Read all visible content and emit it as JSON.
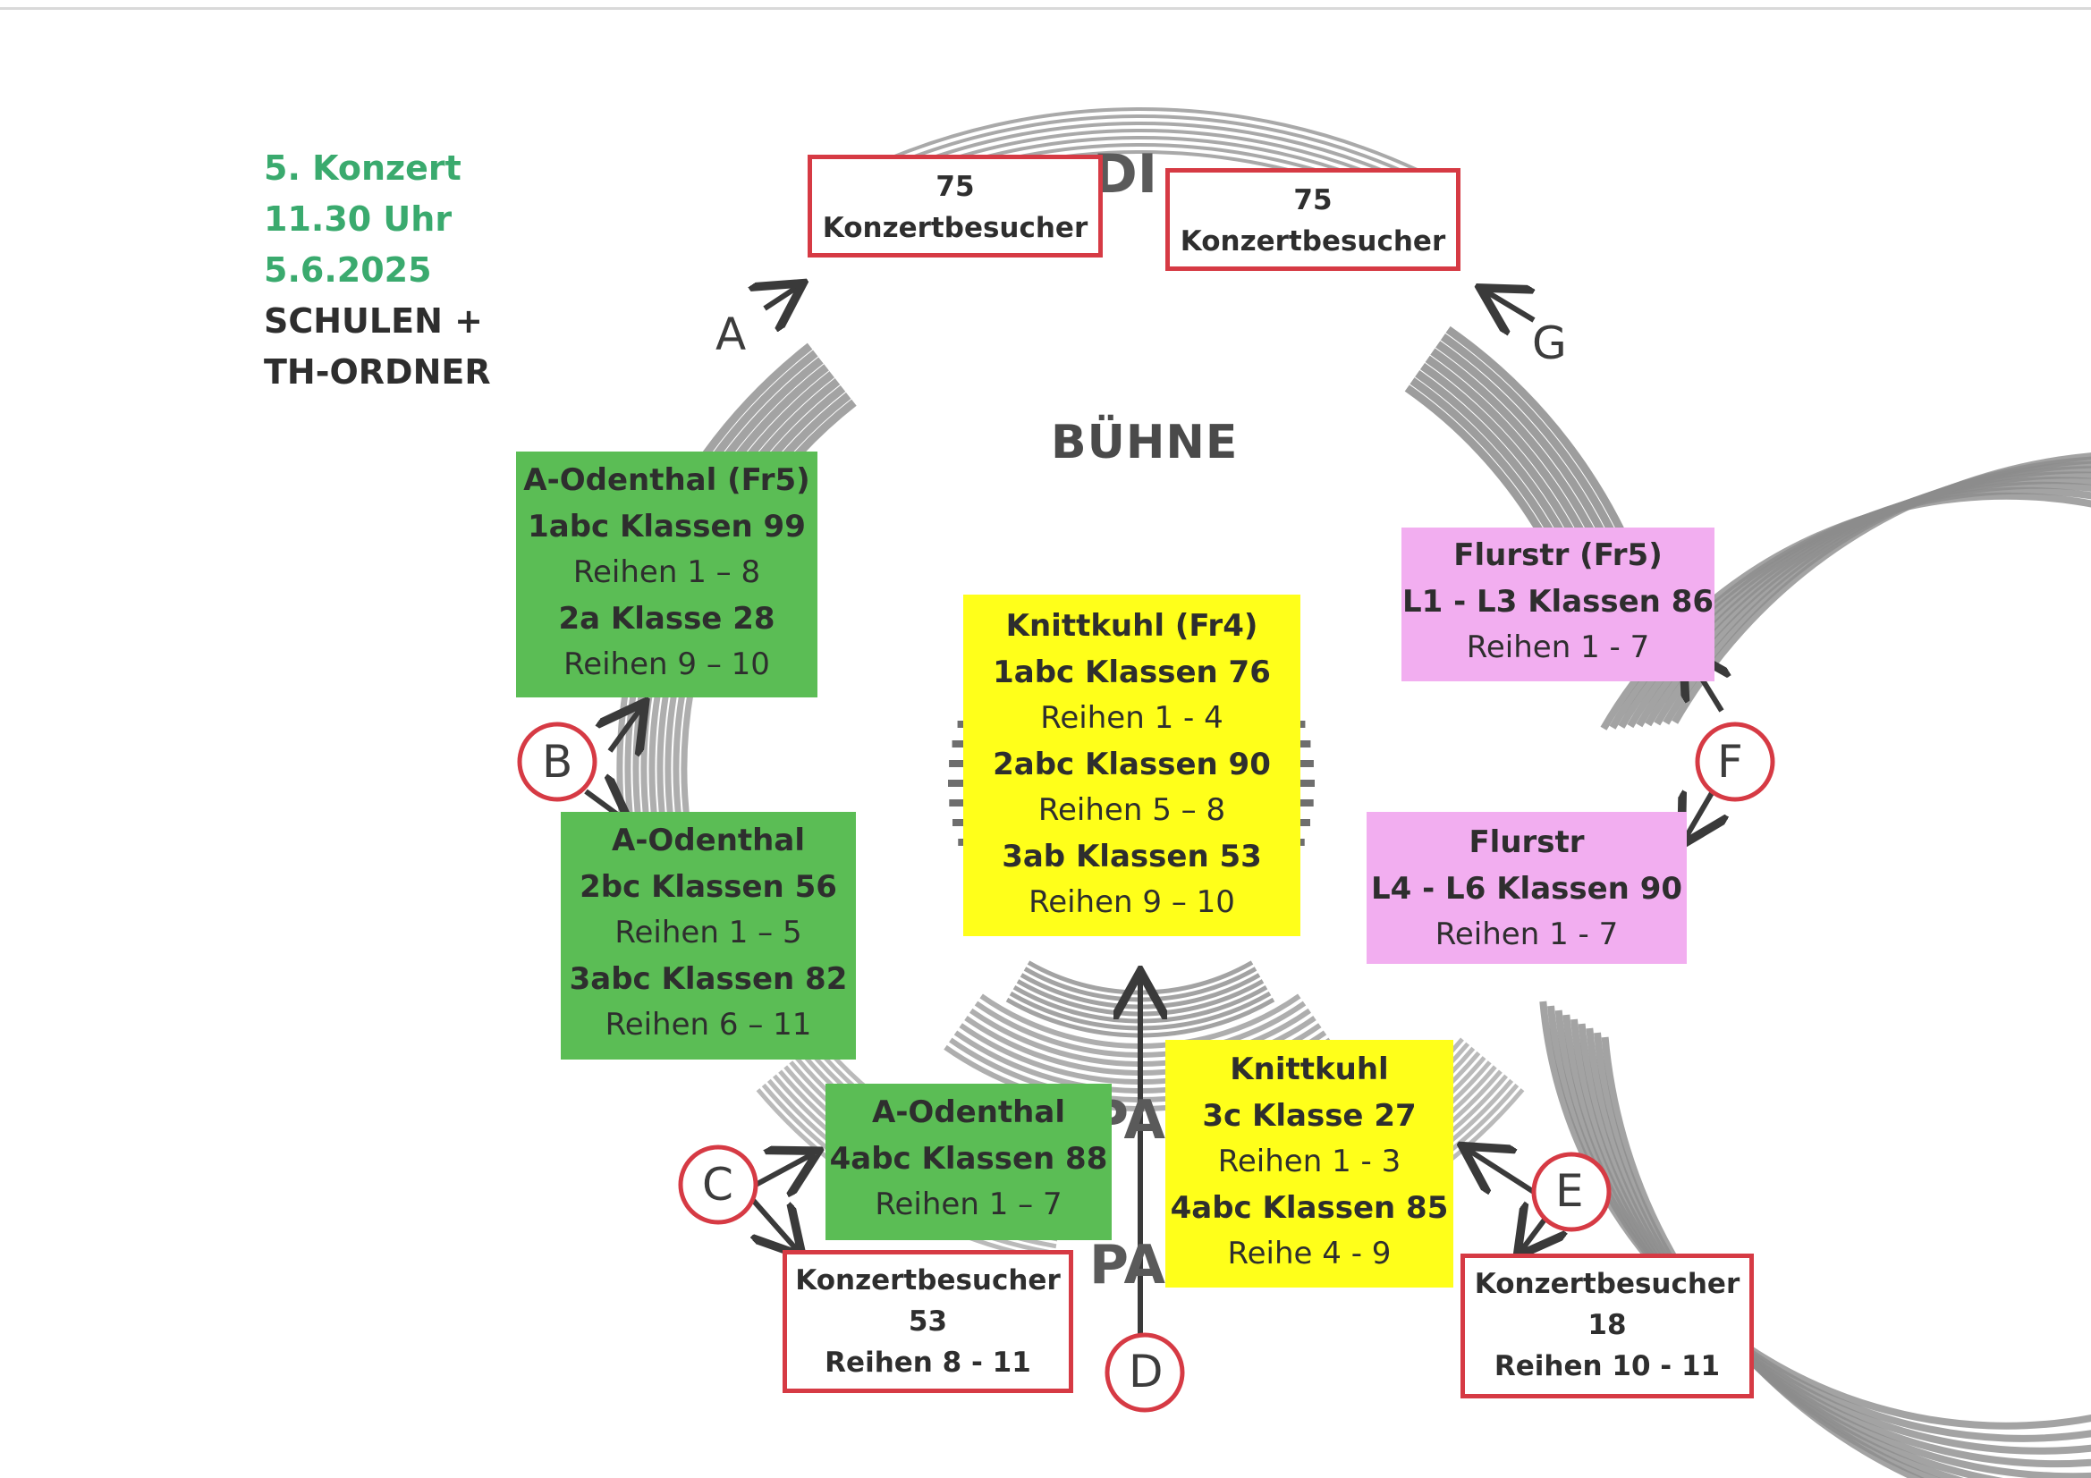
{
  "header": {
    "concert": "5. Konzert",
    "time": "11.30 Uhr",
    "date": "5.6.2025",
    "line4": "SCHULEN +",
    "line5": "TH-ORDNER"
  },
  "stage_label": "BÜHNE",
  "hall_labels": {
    "top_partial": "DI",
    "parkett_upper": "PAR",
    "parkett_lower": "PAR"
  },
  "boxes": {
    "top_left": {
      "lines": [
        "75",
        "Konzertbesucher"
      ]
    },
    "top_right": {
      "lines": [
        "75",
        "Konzertbesucher"
      ]
    },
    "odenthal_fr5": {
      "lines": [
        "A-Odenthal (Fr5)",
        "1abc Klassen 99",
        "Reihen 1 – 8",
        "2a Klasse 28",
        "Reihen 9 – 10"
      ]
    },
    "odenthal_2": {
      "lines": [
        "A-Odenthal",
        "2bc Klassen 56",
        "Reihen 1 – 5",
        "3abc Klassen 82",
        "Reihen 6 – 11"
      ]
    },
    "odenthal_3": {
      "lines": [
        "A-Odenthal",
        "4abc Klassen 88",
        "Reihen 1 – 7"
      ]
    },
    "knittkuhl_fr4": {
      "lines": [
        "Knittkuhl (Fr4)",
        "1abc  Klassen 76",
        "Reihen  1 - 4",
        "2abc Klassen 90",
        "Reihen 5 – 8",
        "3ab Klassen 53",
        "Reihen 9 – 10"
      ]
    },
    "knittkuhl_2": {
      "lines": [
        "Knittkuhl",
        "3c Klasse 27",
        "Reihen  1 - 3",
        "4abc Klassen 85",
        "Reihe  4 - 9"
      ]
    },
    "flurstr_fr5": {
      "lines": [
        "Flurstr (Fr5)",
        "L1 - L3 Klassen 86",
        "Reihen 1 - 7"
      ]
    },
    "flurstr_2": {
      "lines": [
        "Flurstr",
        "L4 - L6 Klassen 90",
        "Reihen 1 - 7"
      ]
    },
    "bottom_left": {
      "lines": [
        "Konzertbesucher",
        "53",
        "Reihen 8 - 11"
      ]
    },
    "bottom_right": {
      "lines": [
        "Konzertbesucher",
        "18",
        "Reihen 10 - 11"
      ]
    }
  },
  "entrances": [
    "A",
    "B",
    "C",
    "D",
    "E",
    "F",
    "G"
  ],
  "colors": {
    "title_green": "#3aaa6e",
    "box_green": "#5bbd55",
    "box_yellow": "#ffff1a",
    "box_pink": "#f2aef0",
    "outline_red": "#d63a44",
    "seat_gray": "#8c8c8c",
    "arrow": "#3a3a3a"
  }
}
